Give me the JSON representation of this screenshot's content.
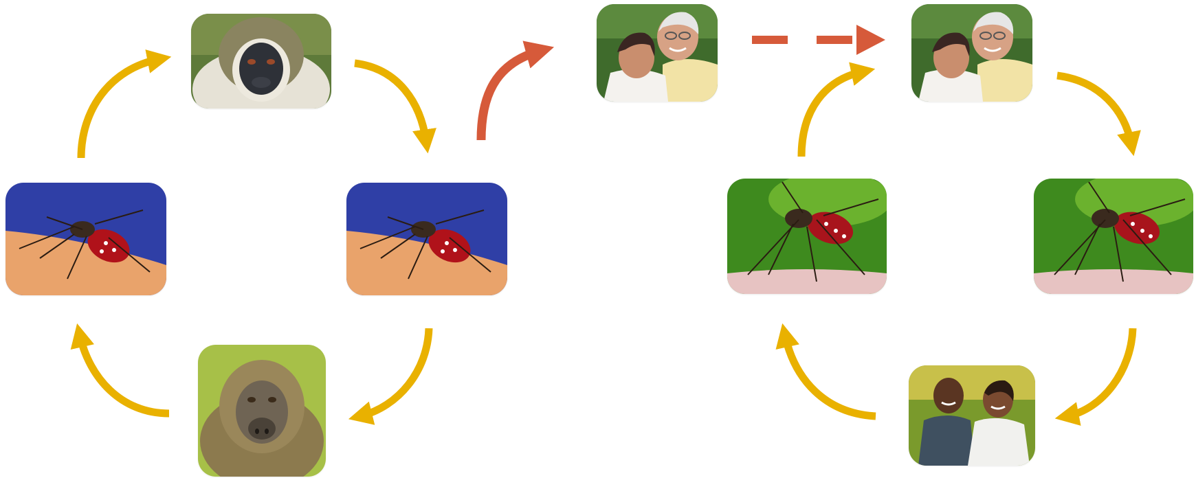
{
  "diagram": {
    "colors": {
      "cycle_arrow": "#E9B100",
      "spillover_arrow": "#D65A3A",
      "mosquito_bg_blue": "#2F3FA6",
      "mosquito_bg_green": "#3E8A1E",
      "skin": "#E9A36B"
    },
    "sylvatic_cycle": {
      "nodes": [
        {
          "icon": "vervet-monkey-photo"
        },
        {
          "icon": "aedes-mosquito-photo"
        },
        {
          "icon": "baboon-photo"
        },
        {
          "icon": "aedes-mosquito-photo"
        }
      ]
    },
    "urban_cycle": {
      "nodes": [
        {
          "icon": "elderly-couple-photo"
        },
        {
          "icon": "aedes-aegypti-mosquito-photo"
        },
        {
          "icon": "young-couple-photo"
        },
        {
          "icon": "aedes-aegypti-mosquito-photo"
        }
      ]
    },
    "spillover": {
      "from": "sylvatic-cycle",
      "to": "urban-cycle",
      "style": "curved-then-dashed"
    }
  }
}
